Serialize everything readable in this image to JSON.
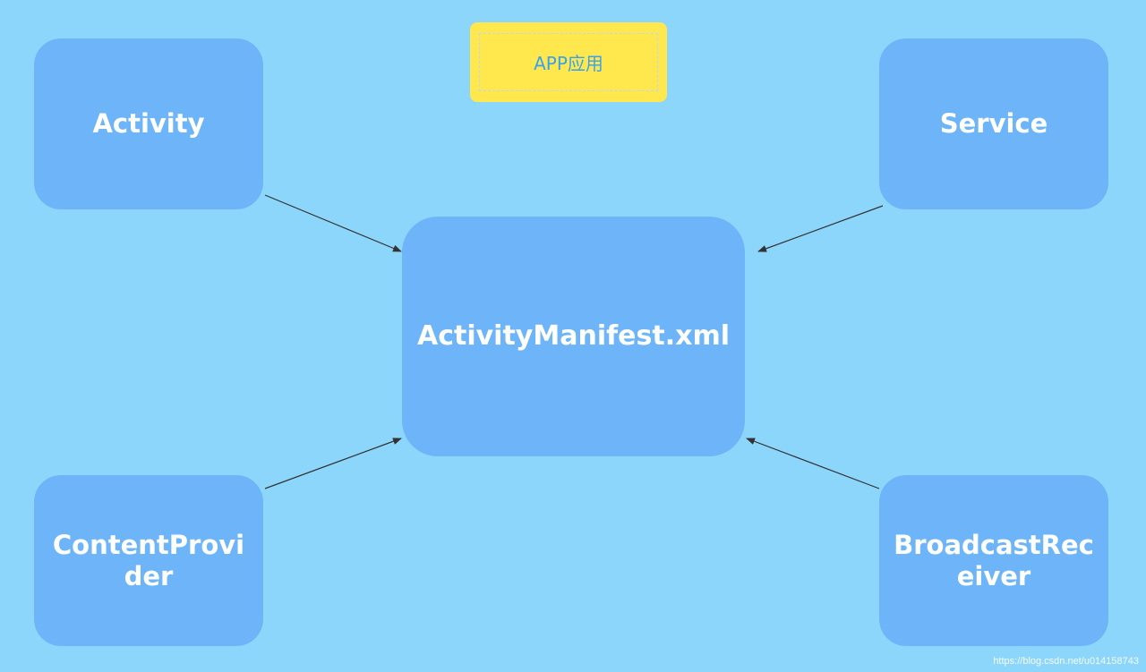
{
  "app_label": "APP应用",
  "nodes": {
    "activity": "Activity",
    "service": "Service",
    "content_provider": "ContentProvider",
    "broadcast_receiver": "BroadcastReceiver",
    "manifest": "ActivityManifest.xml"
  },
  "watermark": "https://blog.csdn.net/u014158743",
  "colors": {
    "background": "#8dd6fb",
    "node_fill": "#6db5f8",
    "node_text": "#ffffff",
    "app_badge_fill": "#ffe84d",
    "app_badge_text": "#3aa1f0",
    "arrow": "#333333"
  }
}
